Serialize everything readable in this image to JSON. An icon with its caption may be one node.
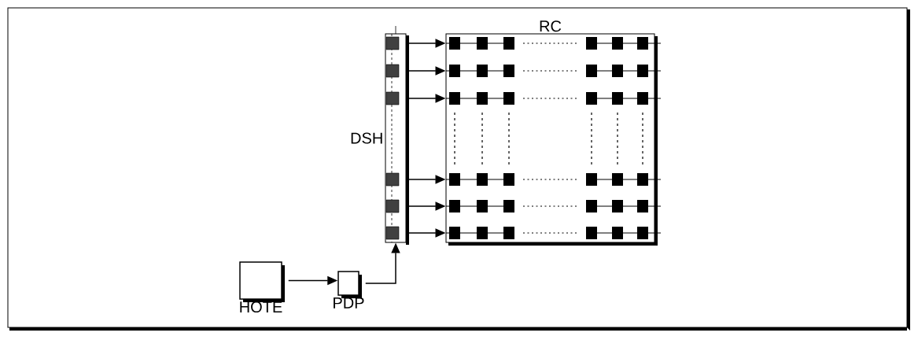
{
  "diagram": {
    "nodes": [
      {
        "text": [
          "HOTE"
        ]
      },
      {
        "text": [
          "PDP"
        ]
      },
      {
        "text": [
          "DSH"
        ]
      },
      {
        "text": [
          "RC"
        ]
      },
      {
        "text": [],
        "shape": "box",
        "in": 2
      },
      {
        "text": [],
        "shape": "box",
        "in": 2
      },
      {
        "text": [],
        "shape": "box",
        "in": 2
      },
      {
        "text": [],
        "shape": "box",
        "in": 2
      },
      {
        "text": [],
        "shape": "box",
        "in": 2
      },
      {
        "text": [],
        "shape": "box",
        "in": 2
      }
    ],
    "edges": [
      {
        "from": 0,
        "to": 1,
        "arrow": "to"
      },
      {
        "from": 1,
        "to": 2,
        "arrow": "to"
      },
      {
        "from": 4,
        "to": 3,
        "arrow": "to"
      },
      {
        "from": 5,
        "to": 3,
        "arrow": "to"
      },
      {
        "from": 6,
        "to": 3,
        "arrow": "to"
      },
      {
        "from": 7,
        "to": 3,
        "arrow": "to"
      },
      {
        "from": 8,
        "to": 3,
        "arrow": "to"
      },
      {
        "from": 9,
        "to": 3,
        "arrow": "to"
      }
    ]
  }
}
